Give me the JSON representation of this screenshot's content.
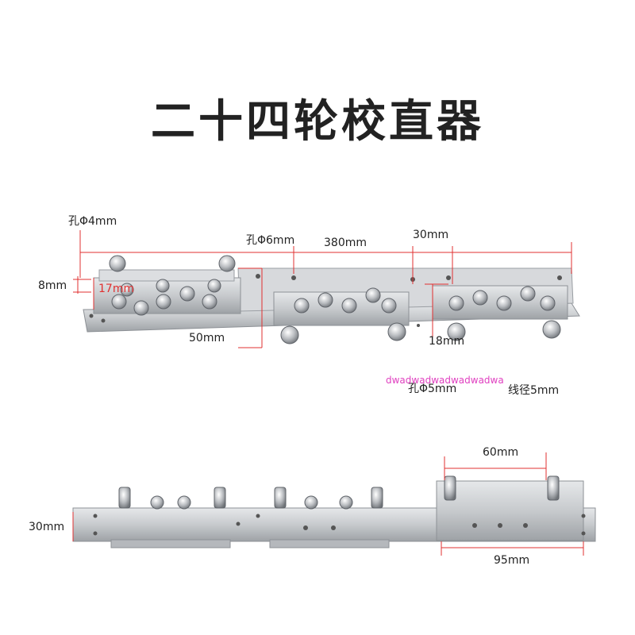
{
  "title": "二十四轮校直器",
  "dimensions": {
    "hole_4mm": "孔Φ4mm",
    "hole_6mm": "孔Φ6mm",
    "length_380": "380mm",
    "pitch_30": "30mm",
    "height_8": "8mm",
    "height_17": "17mm",
    "height_50": "50mm",
    "dist_18": "18mm",
    "hole_5mm": "孔Φ5mm",
    "wire_5mm": "线径5mm",
    "width_30": "30mm",
    "spacing_60": "60mm",
    "width_95": "95mm"
  },
  "watermark": "dwadwadwadwadwadwa",
  "colors": {
    "metal": "#c8cacd",
    "metal_dark": "#8f9398",
    "dim_line": "#e03030",
    "text": "#222222"
  }
}
